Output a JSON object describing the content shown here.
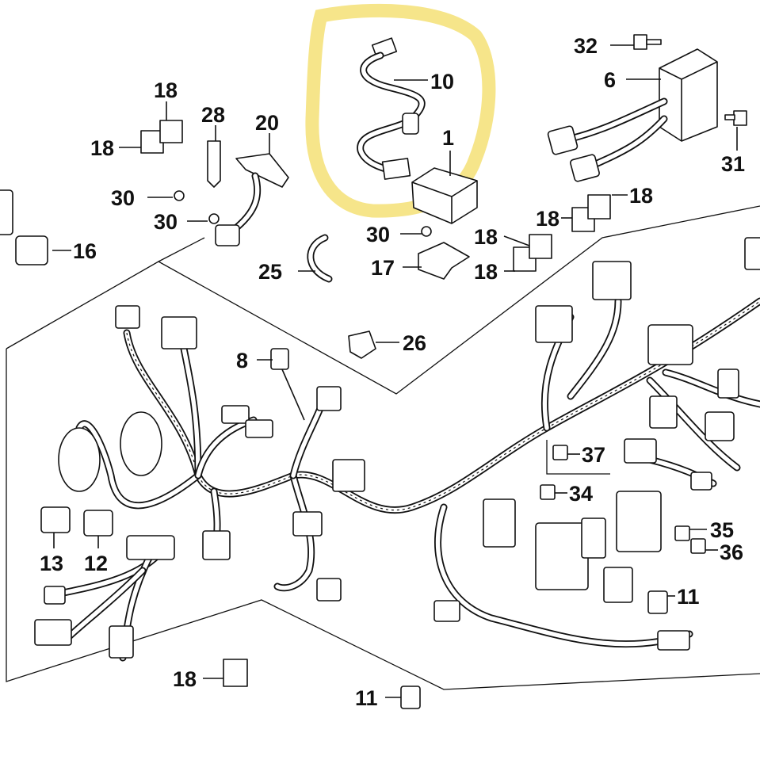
{
  "diagram": {
    "highlight_color": "#f6e58a",
    "line_color": "#111111",
    "background": "#ffffff"
  },
  "labels": {
    "p1": "1",
    "p6": "6",
    "p8": "8",
    "p10": "10",
    "p11a": "11",
    "p11b": "11",
    "p12": "12",
    "p13": "13",
    "p16": "16",
    "p17": "17",
    "p18a": "18",
    "p18b": "18",
    "p18c": "18",
    "p18d": "18",
    "p18e": "18",
    "p18f": "18",
    "p18g": "18",
    "p20": "20",
    "p25": "25",
    "p26": "26",
    "p28": "28",
    "p30a": "30",
    "p30b": "30",
    "p30c": "30",
    "p31": "31",
    "p32": "32",
    "p34": "34",
    "p35": "35",
    "p36": "36",
    "p37": "37"
  }
}
